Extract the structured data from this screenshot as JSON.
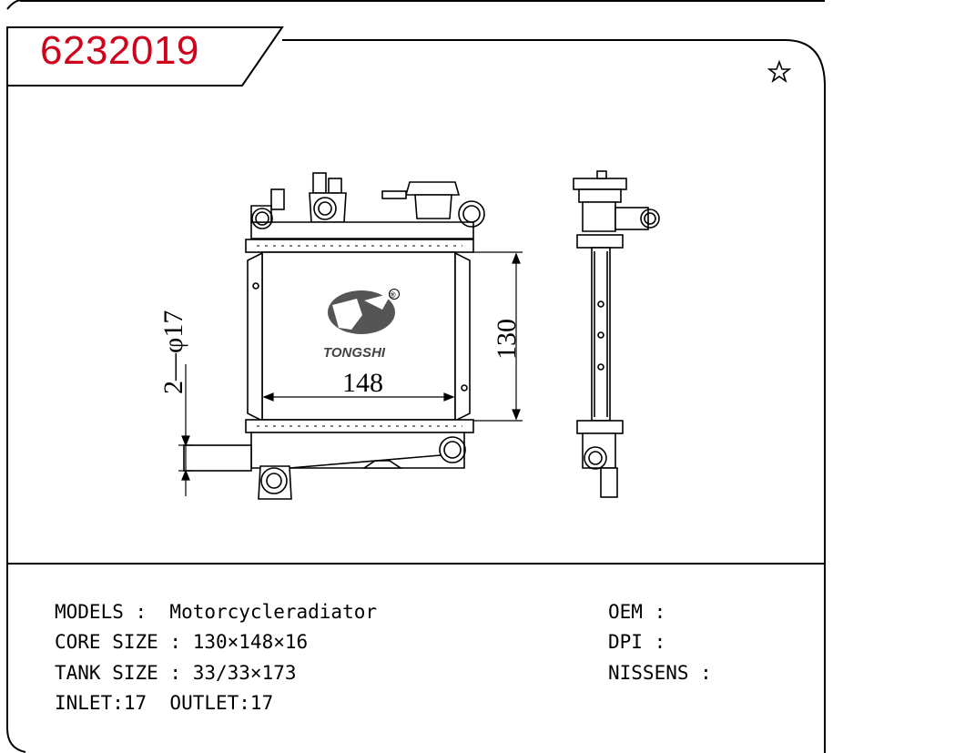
{
  "header": {
    "part_number": "6232019"
  },
  "drawing": {
    "brand": "TONGSHI",
    "registered_mark": "®",
    "width_dimension": "148",
    "height_dimension": "130",
    "pipe_dimension": "2—φ17"
  },
  "specs": {
    "models": "MODELS :  Motorcycleradiator",
    "core_size": "CORE SIZE : 130×148×16",
    "tank_size": "TANK SIZE : 33/33×173",
    "inlet_outlet": "INLET:17  OUTLET:17",
    "oem": "OEM :",
    "dpi": "DPI :",
    "nissens": "NISSENS :"
  },
  "colors": {
    "part_number": "#d0021b",
    "line": "#000000"
  },
  "icons": {
    "favorite": "star-outline-icon"
  }
}
